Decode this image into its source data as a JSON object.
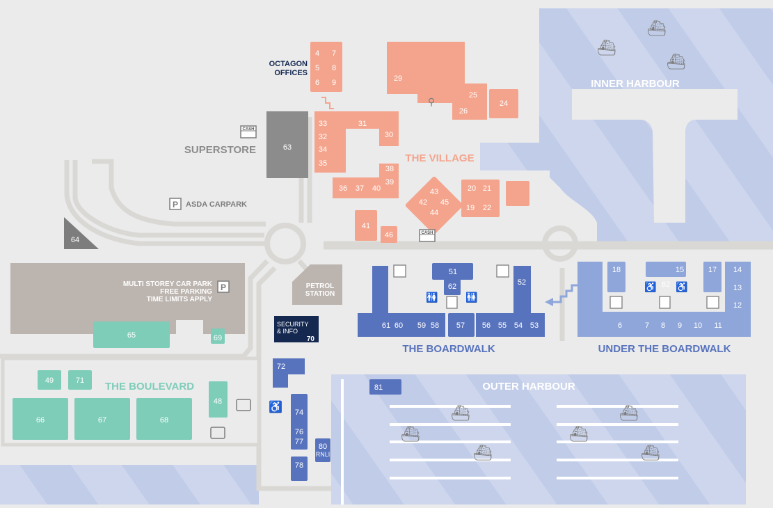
{
  "colors": {
    "background": "#ebebec",
    "road": "#d9d8d4",
    "water": "#cdd6ec",
    "water_stripe": "#b5c3e3",
    "village": "#f4a48c",
    "boardwalk": "#5873bd",
    "under_boardwalk": "#8ea6da",
    "boulevard": "#7dcdb9",
    "superstore": "#8c8c8d",
    "carpark": "#bcb4ae",
    "navy": "#142850"
  },
  "areas": {
    "octagon": "OCTAGON\nOFFICES",
    "superstore": "SUPERSTORE",
    "village": "THE VILLAGE",
    "inner_harbour": "INNER HARBOUR",
    "asda_carpark": "ASDA CARPARK",
    "msc_line1": "MULTI STOREY CAR PARK",
    "msc_line2": "FREE PARKING",
    "msc_line3": "TIME LIMITS APPLY",
    "petrol_line1": "PETROL",
    "petrol_line2": "STATION",
    "security_line1": "SECURITY",
    "security_line2": "& INFO",
    "security_num": "70",
    "boardwalk": "THE BOARDWALK",
    "under_boardwalk": "UNDER THE BOARDWALK",
    "boulevard": "THE BOULEVARD",
    "outer_harbour": "OUTER HARBOUR",
    "rnli": "RNLI",
    "cash": "CASH",
    "parking": "P"
  },
  "units": {
    "u4": "4",
    "u5": "5",
    "u6": "6",
    "u7": "7",
    "u8": "8",
    "u9": "9",
    "u29": "29",
    "u25": "25",
    "u26": "26",
    "u24": "24",
    "u31": "31",
    "u33": "33",
    "u32": "32",
    "u34": "34",
    "u35": "35",
    "u30": "30",
    "u38": "38",
    "u39": "39",
    "u36": "36",
    "u37": "37",
    "u40": "40",
    "u43": "43",
    "u42": "42",
    "u45": "45",
    "u44": "44",
    "u20": "20",
    "u21": "21",
    "u19": "19",
    "u22": "22",
    "u41": "41",
    "u46": "46",
    "u63": "63",
    "u64": "64",
    "u51": "51",
    "u62a": "62",
    "u52": "52",
    "u61": "61",
    "u60": "60",
    "u59": "59",
    "u58": "58",
    "u57": "57",
    "u56": "56",
    "u55": "55",
    "u54": "54",
    "u53": "53",
    "u18": "18",
    "u15": "15",
    "u62b": "62",
    "u17": "17",
    "u14": "14",
    "u13": "13",
    "u12": "12",
    "u6b": "6",
    "u7b": "7",
    "u8b": "8",
    "u9b": "9",
    "u10": "10",
    "u11": "11",
    "u65": "65",
    "u69": "69",
    "u49": "49",
    "u71": "71",
    "u48": "48",
    "u66": "66",
    "u67": "67",
    "u68": "68",
    "u72": "72",
    "u74": "74",
    "u76": "76",
    "u77": "77",
    "u78": "78",
    "u80": "80",
    "u81": "81"
  }
}
